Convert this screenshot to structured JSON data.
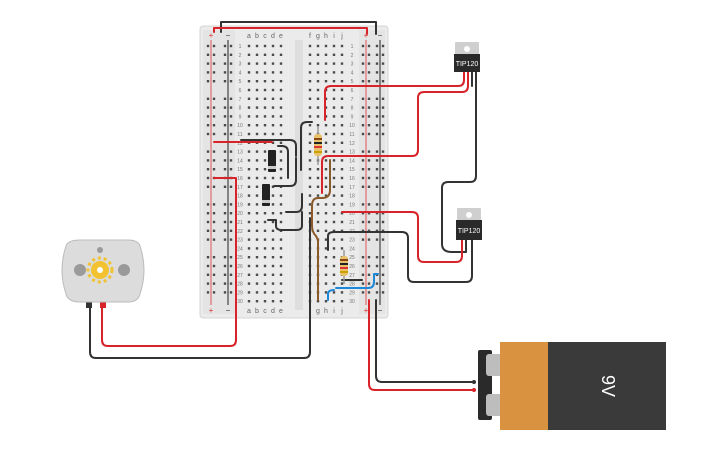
{
  "breadboard": {
    "columns_left": [
      "a",
      "b",
      "c",
      "d",
      "e"
    ],
    "columns_right": [
      "f",
      "g",
      "h",
      "i",
      "j"
    ],
    "columns_bottom_left": [
      "a",
      "b",
      "c",
      "d",
      "e"
    ],
    "columns_bottom_right": [
      "g",
      "h",
      "i",
      "j"
    ],
    "row_count": 30,
    "rail_plus": "+",
    "rail_minus": "−"
  },
  "transistors": [
    {
      "label": "TIP120"
    },
    {
      "label": "TIP120"
    }
  ],
  "battery": {
    "label": "9V"
  },
  "colors": {
    "wire_red": "#d8232a",
    "wire_black": "#333333",
    "wire_blue": "#1e88d8",
    "wire_brown": "#8b5a2b",
    "battery_orange": "#d9923f",
    "battery_body": "#3a3a3a",
    "breadboard": "#ebebeb"
  }
}
